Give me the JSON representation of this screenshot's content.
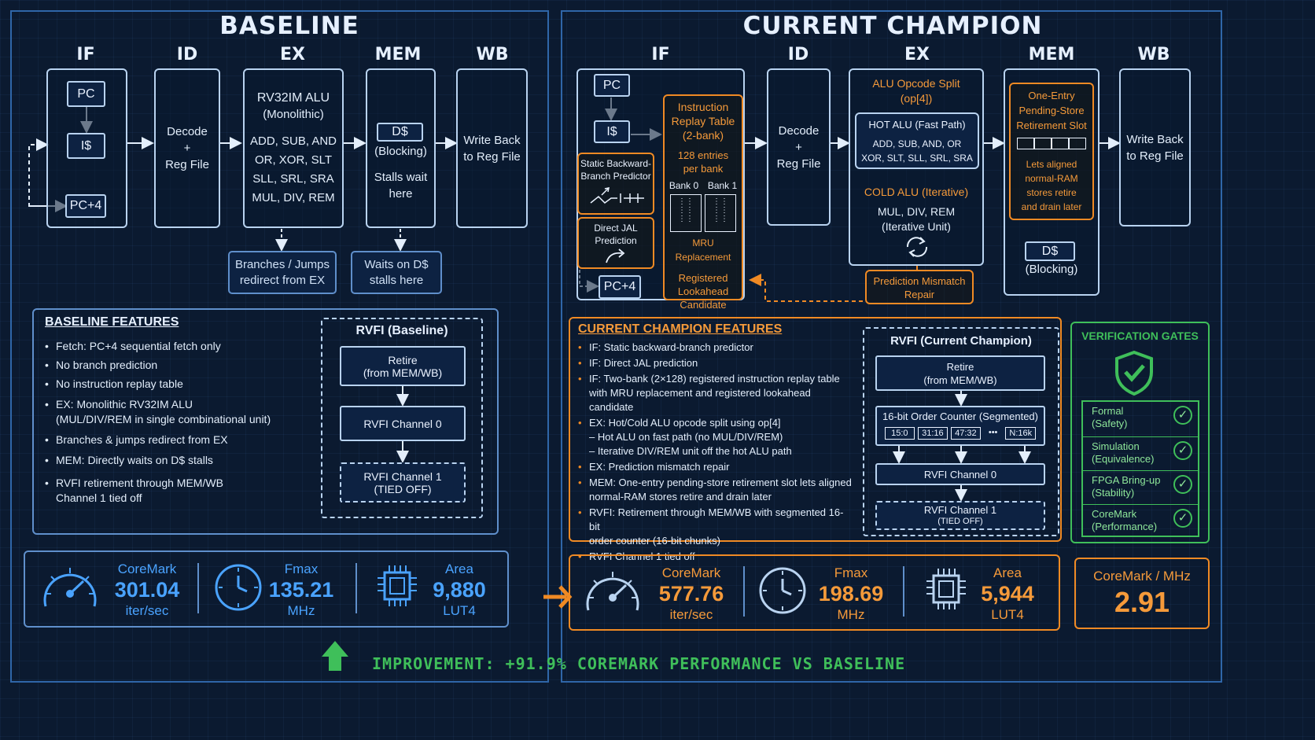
{
  "baseline": {
    "title": "BASELINE",
    "stages": [
      "IF",
      "ID",
      "EX",
      "MEM",
      "WB"
    ],
    "if_pc": "PC",
    "if_icache": "I$",
    "if_pc4": "PC+4",
    "id_text": [
      "Decode",
      "+",
      "Reg File"
    ],
    "ex_lines": [
      "RV32IM ALU",
      "(Monolithic)",
      "ADD, SUB, AND",
      "OR, XOR, SLT",
      "SLL, SRL, SRA",
      "MUL, DIV, REM"
    ],
    "mem_dcache": "D$",
    "mem_lines": [
      "(Blocking)",
      "Stalls wait",
      "here"
    ],
    "wb_lines": [
      "Write Back",
      "to Reg File"
    ],
    "note_branch": [
      "Branches / Jumps",
      "redirect from EX"
    ],
    "note_waits": [
      "Waits on D$",
      "stalls here"
    ],
    "features_title": "BASELINE FEATURES",
    "features": [
      "Fetch: PC+4 sequential fetch only",
      "No branch prediction",
      "No instruction replay table",
      "EX: Monolithic RV32IM ALU\n  (MUL/DIV/REM in single combinational unit)",
      "Branches & jumps redirect from EX",
      "MEM: Directly waits on D$ stalls",
      "RVFI retirement through MEM/WB\nChannel 1 tied off"
    ],
    "rvfi_title": "RVFI (Baseline)",
    "rvfi_retire": [
      "Retire",
      "(from MEM/WB)"
    ],
    "rvfi_ch0": "RVFI Channel 0",
    "rvfi_ch1": [
      "RVFI Channel 1",
      "(TIED OFF)"
    ],
    "metrics": [
      {
        "label": "CoreMark",
        "value": "301.04",
        "unit": "iter/sec"
      },
      {
        "label": "Fmax",
        "value": "135.21",
        "unit": "MHz"
      },
      {
        "label": "Area",
        "value": "9,880",
        "unit": "LUT4"
      }
    ]
  },
  "champion": {
    "title": "CURRENT CHAMPION",
    "stages": [
      "IF",
      "ID",
      "EX",
      "MEM",
      "WB"
    ],
    "if_pc": "PC",
    "if_icache": "I$",
    "if_pc4": "PC+4",
    "sbbp": [
      "Static Backward-",
      "Branch Predictor"
    ],
    "jal": [
      "Direct JAL",
      "Prediction"
    ],
    "replay": {
      "title": [
        "Instruction",
        "Replay Table",
        "(2-bank)"
      ],
      "entries": [
        "128 entries",
        "per bank"
      ],
      "bank0": "Bank 0",
      "bank1": "Bank 1",
      "mru": "MRU Replacement",
      "lookahead": [
        "Registered",
        "Lookahead",
        "Candidate"
      ]
    },
    "id_text": [
      "Decode",
      "+",
      "Reg File"
    ],
    "ex_split": [
      "ALU Opcode Split",
      "(op[4])"
    ],
    "hot_title": "HOT ALU (Fast Path)",
    "hot_lines": [
      "ADD, SUB, AND, OR",
      "XOR, SLT, SLL, SRL, SRA"
    ],
    "cold_title": "COLD ALU (Iterative)",
    "cold_lines": [
      "MUL, DIV, REM",
      "(Iterative Unit)"
    ],
    "mispredict": [
      "Prediction Mismatch",
      "Repair"
    ],
    "mem_store": [
      "One-Entry",
      "Pending-Store",
      "Retirement Slot"
    ],
    "mem_store_desc": [
      "Lets aligned",
      "normal-RAM",
      "stores retire",
      "and drain later"
    ],
    "mem_dcache": "D$",
    "mem_blocking": "(Blocking)",
    "wb_lines": [
      "Write Back",
      "to Reg File"
    ],
    "features_title": "CURRENT CHAMPION FEATURES",
    "features": [
      "IF: Static backward-branch predictor",
      "IF: Direct JAL prediction",
      "IF: Two-bank (2×128) registered instruction replay table\nwith MRU replacement and registered lookahead candidate",
      "EX: Hot/Cold ALU opcode split using op[4]\n  – Hot ALU on fast path (no MUL/DIV/REM)\n  – Iterative DIV/REM unit off the hot ALU path",
      "EX: Prediction mismatch repair",
      "MEM: One-entry pending-store retirement slot lets aligned\nnormal-RAM stores retire and drain later",
      "RVFI: Retirement through MEM/WB with segmented 16-bit\norder counter (16-bit chunks)",
      "RVFI Channel 1 tied off"
    ],
    "rvfi_title": "RVFI (Current Champion)",
    "rvfi_retire": [
      "Retire",
      "(from MEM/WB)"
    ],
    "counter_title": "16-bit Order Counter (Segmented)",
    "counter_segments": [
      "15:0",
      "31:16",
      "47:32",
      "•••",
      "N:16k"
    ],
    "rvfi_ch0": "RVFI Channel 0",
    "rvfi_ch1": [
      "RVFI Channel 1",
      "(TIED OFF)"
    ],
    "gates_title": "VERIFICATION GATES",
    "gates": [
      [
        "Formal",
        "(Safety)"
      ],
      [
        "Simulation",
        "(Equivalence)"
      ],
      [
        "FPGA Bring-up",
        "(Stability)"
      ],
      [
        "CoreMark",
        "(Performance)"
      ]
    ],
    "metrics": [
      {
        "label": "CoreMark",
        "value": "577.76",
        "unit": "iter/sec"
      },
      {
        "label": "Fmax",
        "value": "198.69",
        "unit": "MHz"
      },
      {
        "label": "Area",
        "value": "5,944",
        "unit": "LUT4"
      }
    ],
    "ratio_label": "CoreMark / MHz",
    "ratio_value": "2.91"
  },
  "improvement": "IMPROVEMENT: +91.9% COREMARK PERFORMANCE VS BASELINE",
  "colors": {
    "orange": "#f08a24",
    "green": "#3fbf5a",
    "blue": "#4aa3ff"
  }
}
